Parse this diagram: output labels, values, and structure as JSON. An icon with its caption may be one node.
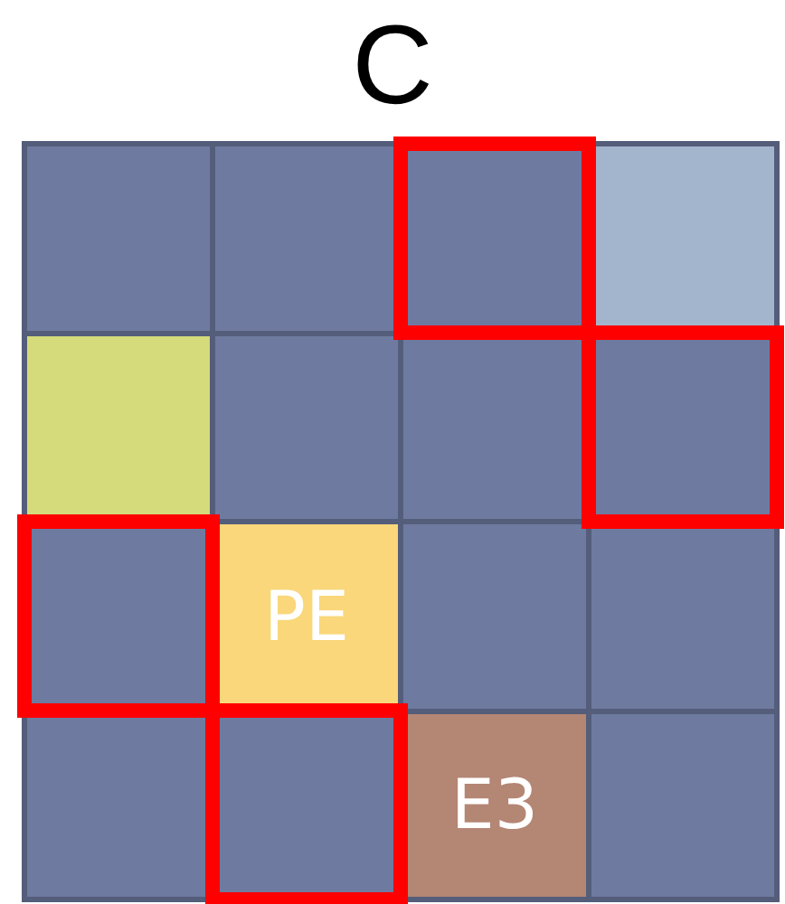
{
  "diagram": {
    "title": "C",
    "nodes": [
      {
        "text": [],
        "shape": "box"
      },
      {
        "text": [],
        "shape": "box"
      },
      {
        "text": [],
        "shape": "box"
      },
      {
        "text": [],
        "shape": "box"
      },
      {
        "text": [],
        "shape": "box"
      },
      {
        "text": [],
        "shape": "box"
      },
      {
        "text": [],
        "shape": "box"
      },
      {
        "text": [],
        "shape": "box"
      },
      {
        "text": [],
        "shape": "box"
      },
      {
        "text": [
          "PE"
        ]
      },
      {
        "text": [],
        "shape": "box"
      },
      {
        "text": [],
        "shape": "box"
      },
      {
        "text": [],
        "shape": "box"
      },
      {
        "text": [],
        "shape": "box"
      },
      {
        "text": [
          "E3"
        ]
      },
      {
        "text": [],
        "shape": "box"
      }
    ]
  }
}
